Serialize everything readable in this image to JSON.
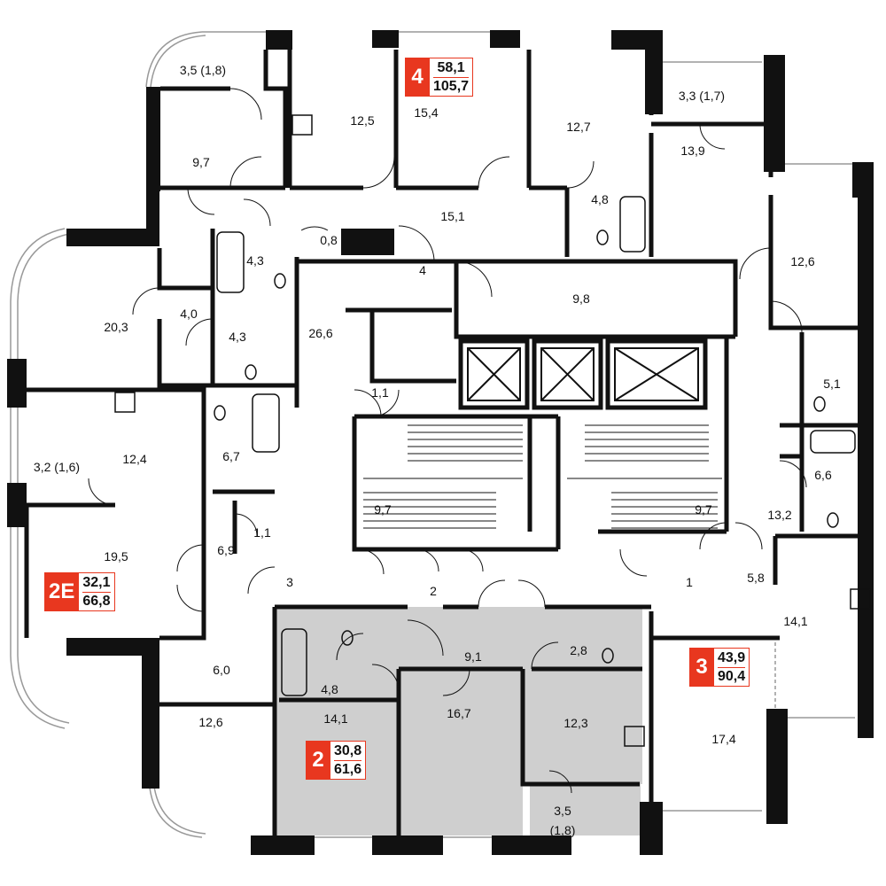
{
  "colors": {
    "wall": "#111111",
    "highlight_fill": "#cfcfcf",
    "badge_accent": "#e8371f",
    "window": "#bbbbbb"
  },
  "apartments": [
    {
      "id": "apt-4",
      "number": "4",
      "living_area": "58,1",
      "total_area": "105,7"
    },
    {
      "id": "apt-2e",
      "number": "2E",
      "living_area": "32,1",
      "total_area": "66,8"
    },
    {
      "id": "apt-3",
      "number": "3",
      "living_area": "43,9",
      "total_area": "90,4"
    },
    {
      "id": "apt-2",
      "number": "2",
      "living_area": "30,8",
      "total_area": "61,6",
      "highlighted": true
    }
  ],
  "room_areas": [
    "3,5 (1,8)",
    "12,5",
    "15,4",
    "12,7",
    "3,3 (1,7)",
    "9,7",
    "13,9",
    "4,8",
    "15,1",
    "0,8",
    "4,3",
    "4",
    "12,6",
    "20,3",
    "4,0",
    "4,3",
    "26,6",
    "9,8",
    "1,1",
    "5,1",
    "3,2 (1,6)",
    "12,4",
    "6,7",
    "6,6",
    "9,7",
    "9,7",
    "13,2",
    "1,1",
    "19,5",
    "6,9",
    "3",
    "2",
    "1",
    "5,8",
    "14,1",
    "9,1",
    "2,8",
    "6,0",
    "4,8",
    "14,1",
    "16,7",
    "12,3",
    "12,6",
    "17,4",
    "3,5",
    "(1,8)"
  ]
}
